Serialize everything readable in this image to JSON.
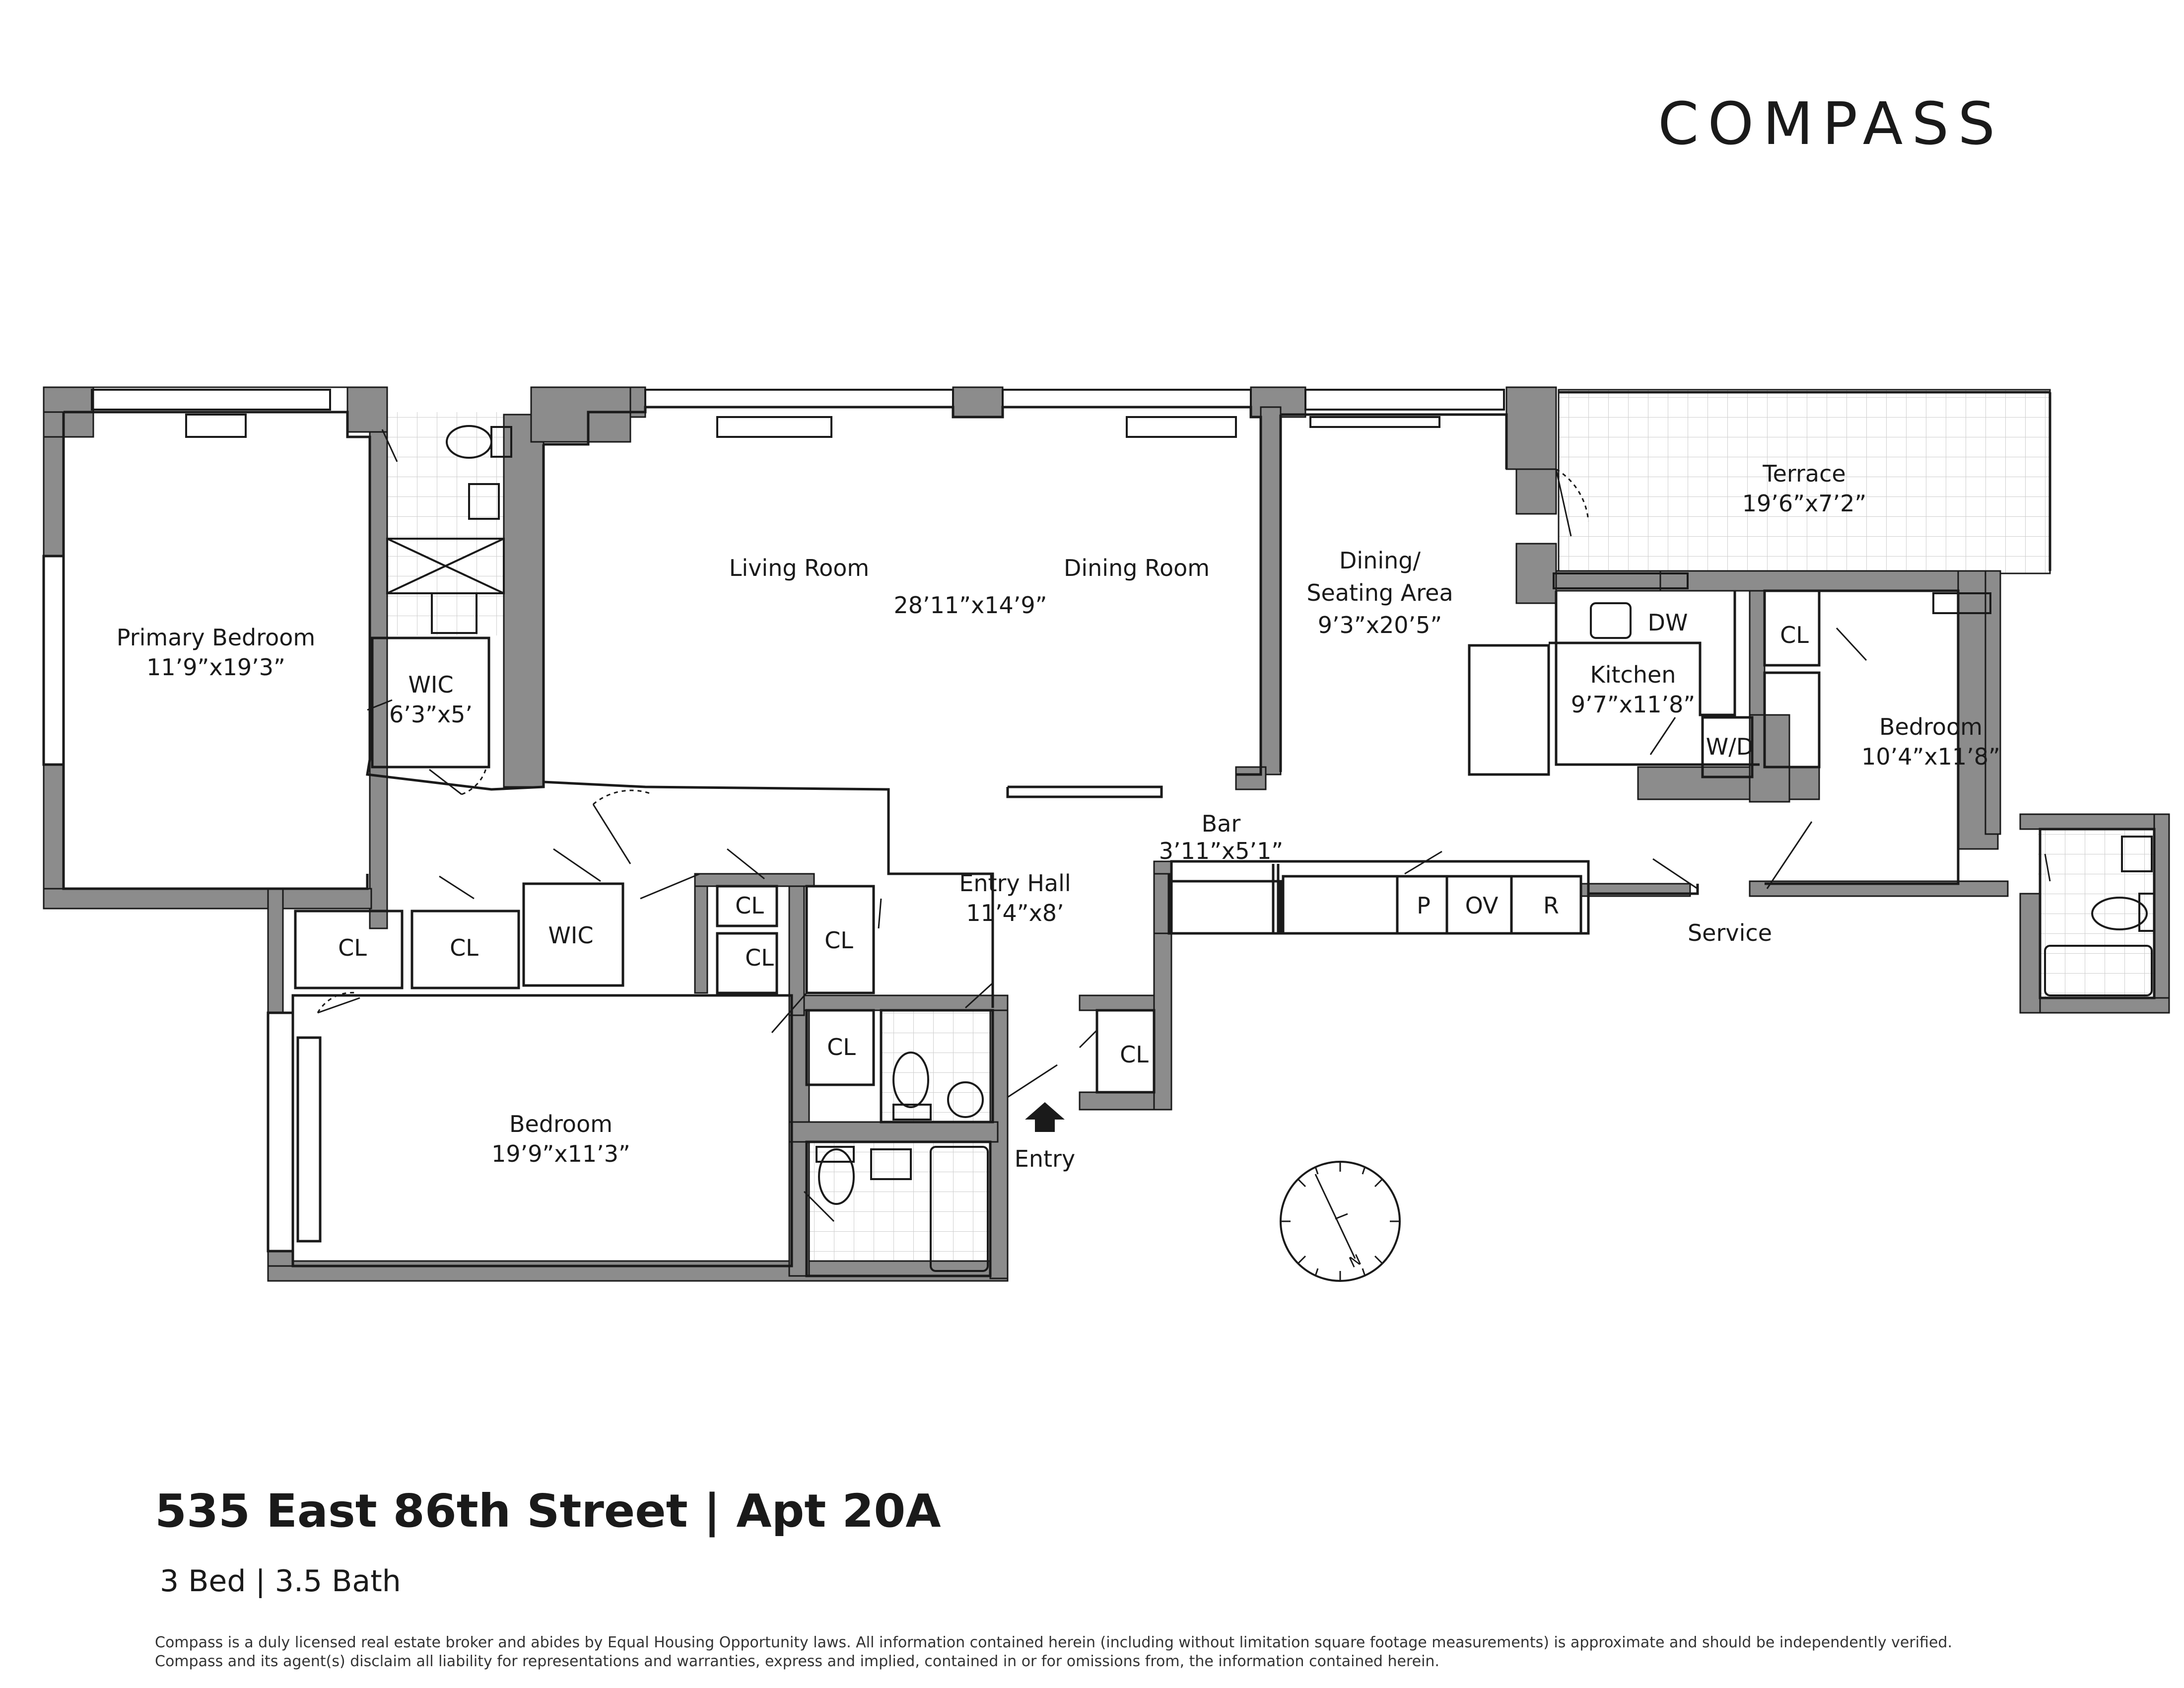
{
  "brand": {
    "name": "COMPASS"
  },
  "listing": {
    "title": "535 East 86th Street | Apt 20A",
    "summary": "3 Bed | 3.5 Bath"
  },
  "rooms": {
    "primary_bedroom": {
      "name": "Primary Bedroom",
      "dims": "11’9”x19’3”"
    },
    "wic_primary": {
      "name": "WIC",
      "dims": "6’3”x5’"
    },
    "living_room": {
      "name": "Living Room"
    },
    "dining_room": {
      "name": "Dining Room"
    },
    "living_dining_dims": "28’11”x14’9”",
    "dining_seating": {
      "name_line1": "Dining/",
      "name_line2": "Seating Area",
      "dims": "9’3”x20’5”"
    },
    "terrace": {
      "name": "Terrace",
      "dims": "19’6”x7’2”"
    },
    "kitchen": {
      "name": "Kitchen",
      "dims": "9’7”x11’8”"
    },
    "bedroom_east": {
      "name": "Bedroom",
      "dims": "10’4”x11’8”"
    },
    "bar": {
      "name": "Bar",
      "dims": "3’11”x5’1”"
    },
    "entry_hall": {
      "name": "Entry Hall",
      "dims": "11’4”x8’"
    },
    "bedroom_south": {
      "name": "Bedroom",
      "dims": "19’9”x11’3”"
    },
    "entry": {
      "name": "Entry"
    },
    "service": {
      "name": "Service"
    }
  },
  "fixtures": {
    "dw": "DW",
    "wd": "W/D",
    "cl": "CL",
    "wic": "WIC",
    "p": "P",
    "ov": "OV",
    "r": "R"
  },
  "compass_rose": {
    "north": "N"
  },
  "disclaimer": {
    "line1": "Compass is a duly licensed real estate broker and abides by Equal Housing Opportunity laws.  All information contained herein (including without limitation square footage measurements) is approximate and should be independently verified.",
    "line2": "Compass and its agent(s) disclaim all liability for representations and warranties, express and implied, contained in or for omissions from, the information contained herein."
  },
  "colors": {
    "wall": "#8c8c8c",
    "line": "#1a1a1a",
    "tile": "#c8c8c8"
  }
}
